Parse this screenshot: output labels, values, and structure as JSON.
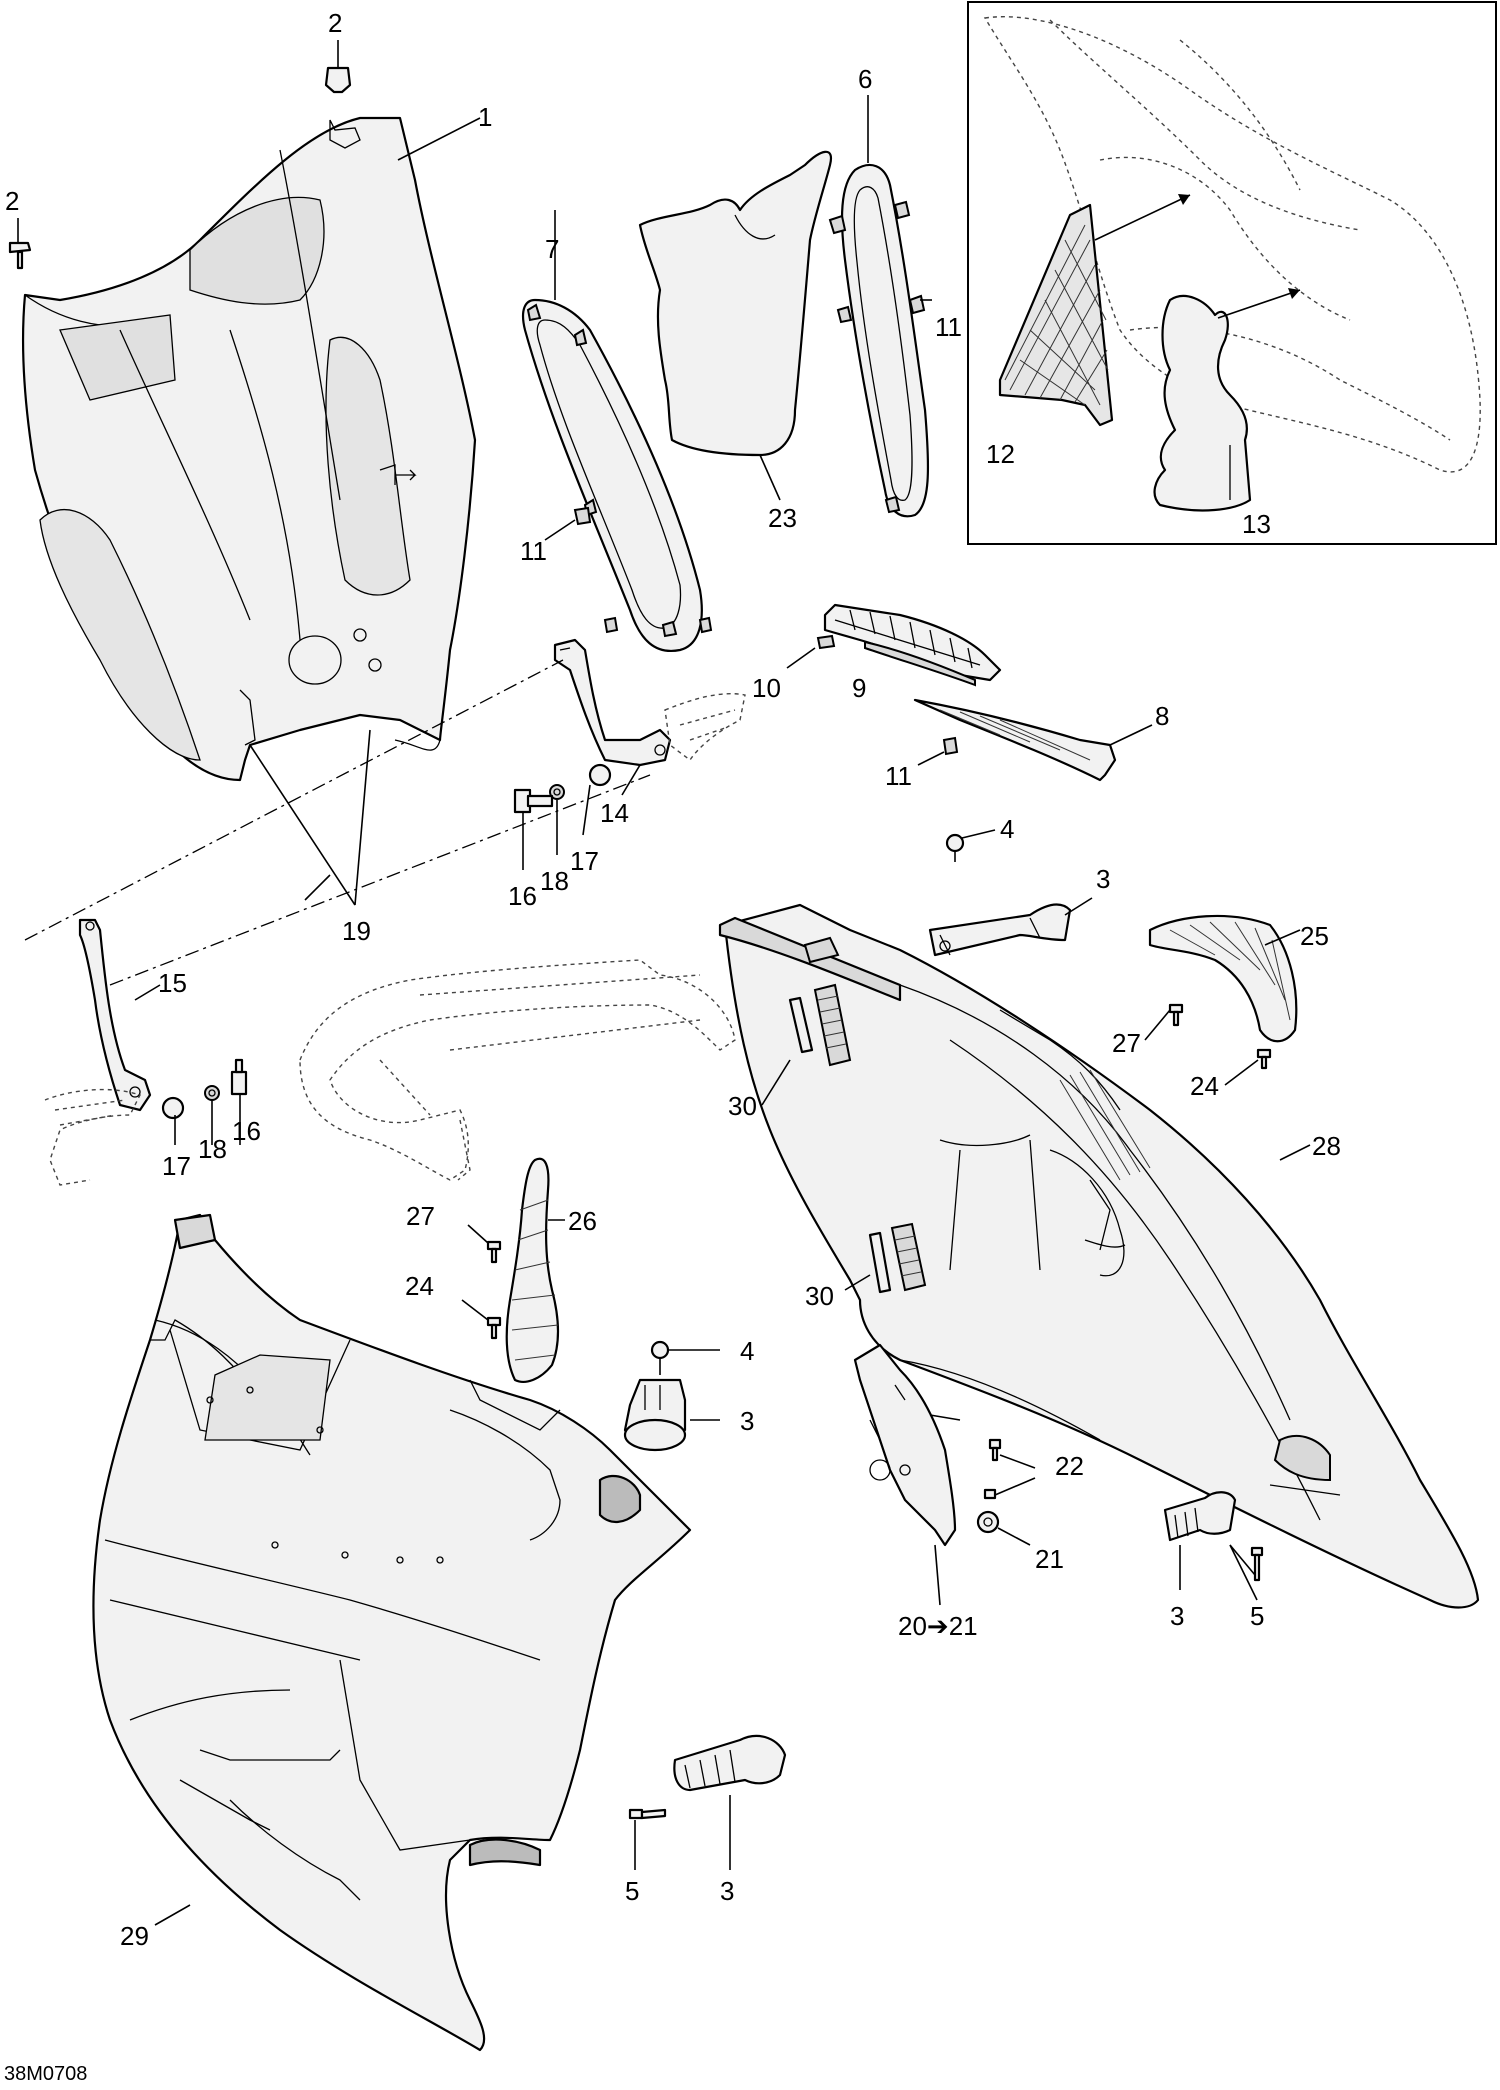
{
  "diagram": {
    "drawing_code": "38M0708",
    "callouts": [
      {
        "id": "c-2a",
        "text": "2"
      },
      {
        "id": "c-1",
        "text": "1"
      },
      {
        "id": "c-2b",
        "text": "2"
      },
      {
        "id": "c-6",
        "text": "6"
      },
      {
        "id": "c-7",
        "text": "7"
      },
      {
        "id": "c-11a",
        "text": "11"
      },
      {
        "id": "c-11b",
        "text": "11"
      },
      {
        "id": "c-23",
        "text": "23"
      },
      {
        "id": "c-12",
        "text": "12"
      },
      {
        "id": "c-13",
        "text": "13"
      },
      {
        "id": "c-10",
        "text": "10"
      },
      {
        "id": "c-9",
        "text": "9"
      },
      {
        "id": "c-8",
        "text": "8"
      },
      {
        "id": "c-11c",
        "text": "11"
      },
      {
        "id": "c-14",
        "text": "14"
      },
      {
        "id": "c-16a",
        "text": "16"
      },
      {
        "id": "c-18a",
        "text": "18"
      },
      {
        "id": "c-17a",
        "text": "17"
      },
      {
        "id": "c-19",
        "text": "19"
      },
      {
        "id": "c-4a",
        "text": "4"
      },
      {
        "id": "c-3a",
        "text": "3"
      },
      {
        "id": "c-25",
        "text": "25"
      },
      {
        "id": "c-15",
        "text": "15"
      },
      {
        "id": "c-17b",
        "text": "17"
      },
      {
        "id": "c-18b",
        "text": "18"
      },
      {
        "id": "c-16b",
        "text": "16"
      },
      {
        "id": "c-27a",
        "text": "27"
      },
      {
        "id": "c-24a",
        "text": "24"
      },
      {
        "id": "c-30a",
        "text": "30"
      },
      {
        "id": "c-28",
        "text": "28"
      },
      {
        "id": "c-27b",
        "text": "27"
      },
      {
        "id": "c-26",
        "text": "26"
      },
      {
        "id": "c-24b",
        "text": "24"
      },
      {
        "id": "c-30b",
        "text": "30"
      },
      {
        "id": "c-4b",
        "text": "4"
      },
      {
        "id": "c-3b",
        "text": "3"
      },
      {
        "id": "c-22",
        "text": "22"
      },
      {
        "id": "c-21",
        "text": "21"
      },
      {
        "id": "c-20",
        "text": "20➔21"
      },
      {
        "id": "c-3c",
        "text": "3"
      },
      {
        "id": "c-5a",
        "text": "5"
      },
      {
        "id": "c-29",
        "text": "29"
      },
      {
        "id": "c-5b",
        "text": "5"
      },
      {
        "id": "c-3d",
        "text": "3"
      }
    ]
  }
}
